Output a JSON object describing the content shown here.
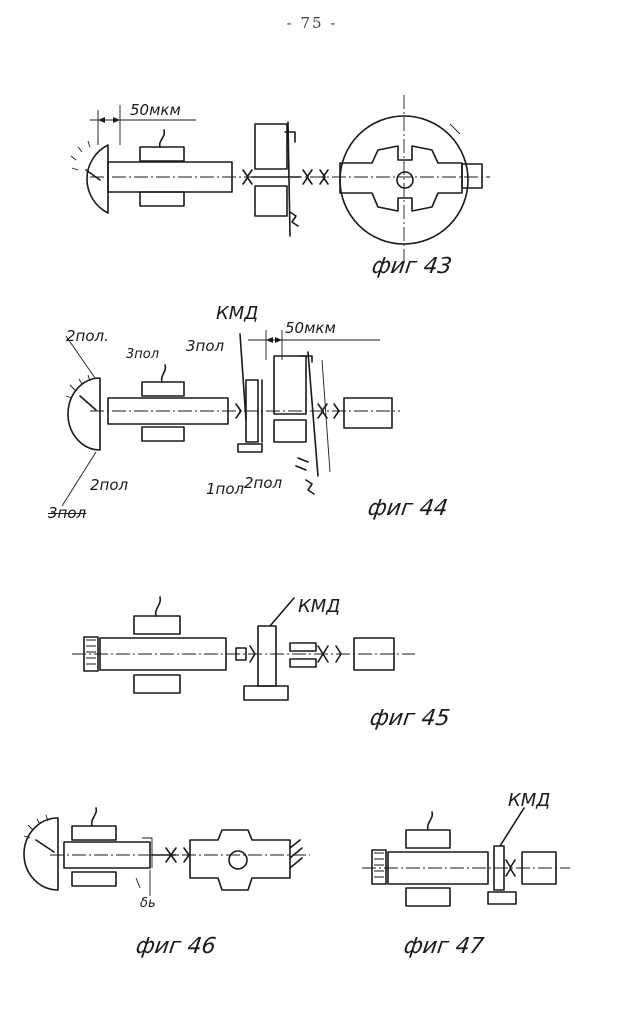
{
  "page": {
    "number": "- 75 -"
  },
  "figures": [
    {
      "caption": "фиг 43",
      "labels": {
        "gap": "50мкм"
      }
    },
    {
      "caption": "фиг 44",
      "labels": {
        "kmd": "КМД",
        "gap": "50мкм",
        "pos2_top": "2пол.",
        "pos3_top": "3пол",
        "pos3_mid": "3пол",
        "pos1_bottom": "1пол",
        "pos2_bottom": "2пол",
        "pos2_left": "2пол",
        "pos3_struck": "3пол"
      }
    },
    {
      "caption": "фиг 45",
      "labels": {
        "kmd": "КМД"
      }
    },
    {
      "caption": "фиг 46",
      "labels": {
        "delta": "δь"
      }
    },
    {
      "caption": "фиг 47",
      "labels": {
        "kmd": "КМД"
      }
    }
  ]
}
